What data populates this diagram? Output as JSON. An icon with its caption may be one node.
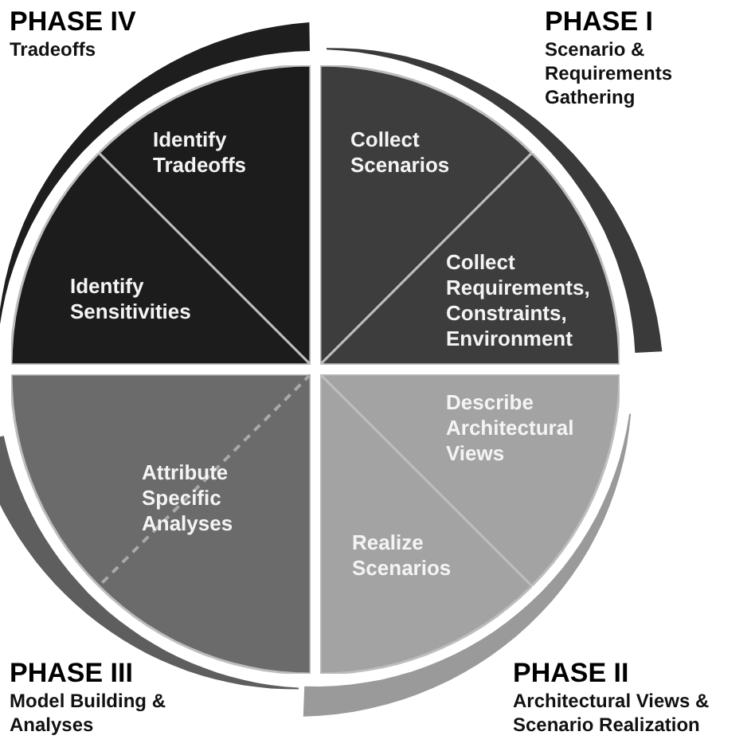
{
  "diagram": {
    "nodes": [
      {
        "text": [
          "Identify Tradeoffs"
        ]
      },
      {
        "text": [
          "Identify Sensitivities"
        ]
      },
      {
        "text": [
          "Collect Scenarios"
        ]
      },
      {
        "text": [
          "Collect Requirements, Constraints, Environment"
        ]
      },
      {
        "text": [
          "Describe Architectural Views"
        ]
      },
      {
        "text": [
          "Realize Scenarios"
        ]
      },
      {
        "text": [
          "Attribute Specific Analyses"
        ]
      }
    ],
    "labels": [
      "PHASE IV",
      "Tradeoffs",
      "PHASE I",
      "Scenario & Requirements Gathering",
      "PHASE III",
      "Model Building & Analyses",
      "PHASE II",
      "Architectural Views & Scenario Realization"
    ]
  }
}
